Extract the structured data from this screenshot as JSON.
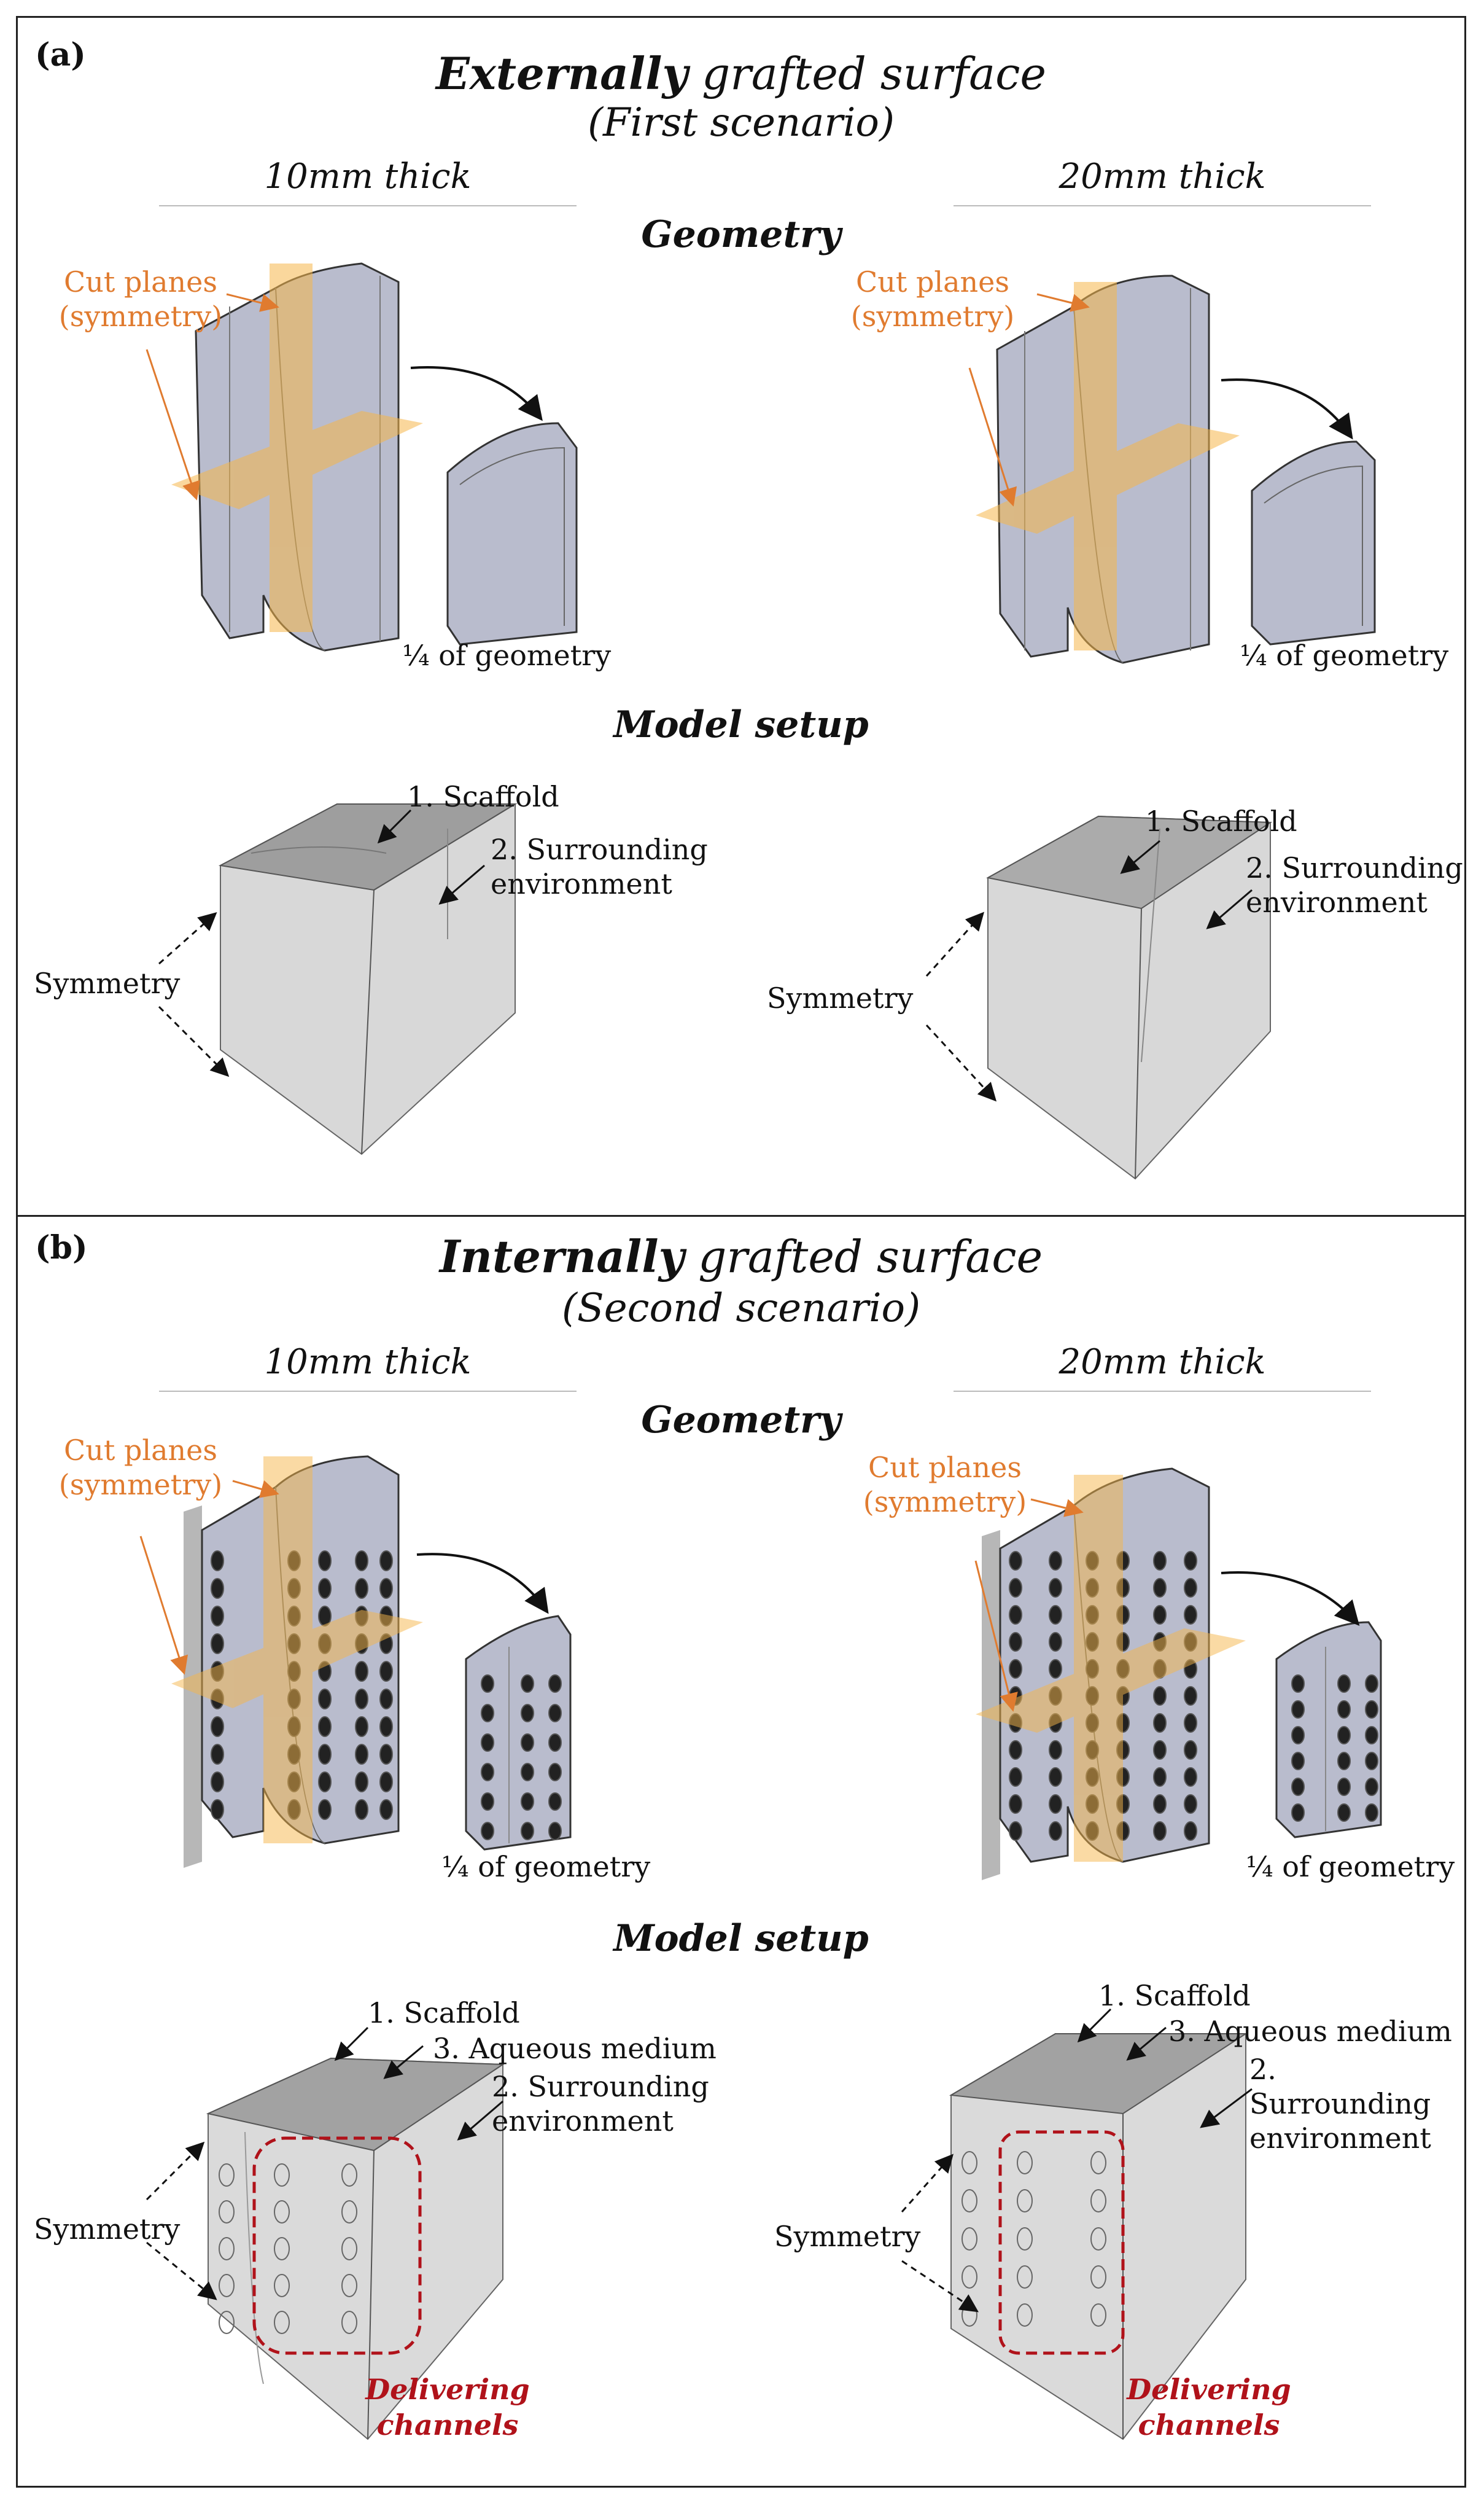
{
  "panel_a": {
    "label": "(a)",
    "title_bold": "Externally",
    "title_rest": " grafted surface",
    "subtitle": "(First scenario)",
    "col_left": "10mm thick",
    "col_right": "20mm thick",
    "geometry_heading": "Geometry",
    "cut_planes_1": "Cut planes",
    "cut_planes_2": "(symmetry)",
    "quarter": "¼ of geometry",
    "model_heading": "Model setup",
    "scaffold": "1. Scaffold",
    "surrounding_1": "2. Surrounding",
    "surrounding_2": "environment",
    "symmetry": "Symmetry"
  },
  "panel_b": {
    "label": "(b)",
    "title_bold": "Internally",
    "title_rest": " grafted surface",
    "subtitle": "(Second scenario)",
    "col_left": "10mm thick",
    "col_right": "20mm thick",
    "geometry_heading": "Geometry",
    "cut_planes_1": "Cut planes",
    "cut_planes_2": "(symmetry)",
    "quarter": "¼ of geometry",
    "model_heading": "Model setup",
    "scaffold": "1. Scaffold",
    "aqueous": "3. Aqueous medium",
    "surrounding_1": "2. Surrounding",
    "surrounding_2": "environment",
    "symmetry": "Symmetry",
    "delivering_1": "Delivering",
    "delivering_2": "channels"
  },
  "colors": {
    "scaffold_fill": "#b9bccd",
    "cut_plane": "#f5b64a",
    "orange_text": "#e07b2f",
    "red_dashed": "#b0121a"
  }
}
